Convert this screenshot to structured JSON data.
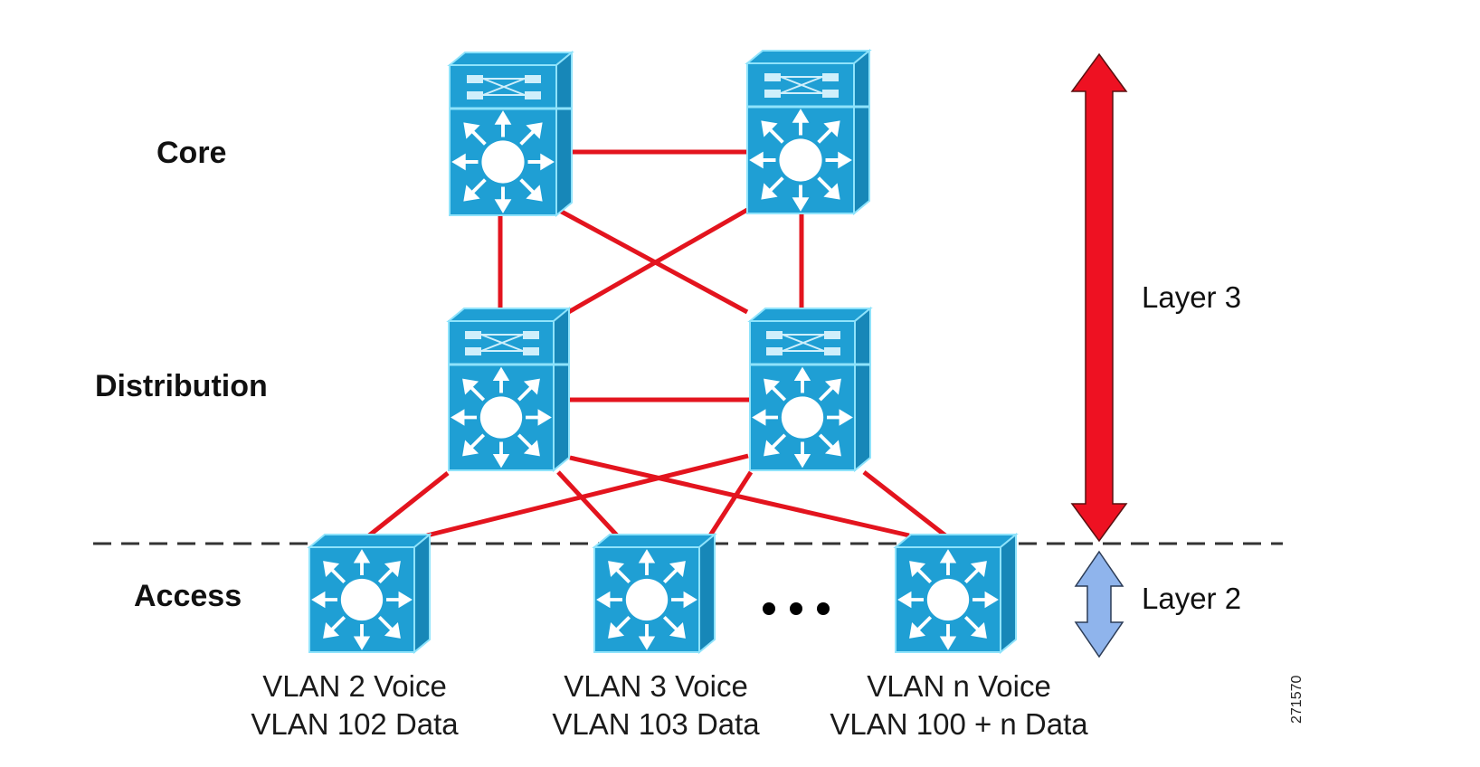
{
  "diagram": {
    "tiers": [
      {
        "id": "core",
        "label": "Core"
      },
      {
        "id": "distribution",
        "label": "Distribution"
      },
      {
        "id": "access",
        "label": "Access"
      }
    ],
    "layers": [
      {
        "id": "layer3",
        "label": "Layer 3",
        "color": "#ee1122"
      },
      {
        "id": "layer2",
        "label": "Layer 2",
        "color": "#8fb4ec"
      }
    ],
    "nodes": [
      {
        "id": "core-1",
        "tier": "core",
        "type": "multilayer-switch"
      },
      {
        "id": "core-2",
        "tier": "core",
        "type": "multilayer-switch"
      },
      {
        "id": "dist-1",
        "tier": "distribution",
        "type": "multilayer-switch"
      },
      {
        "id": "dist-2",
        "tier": "distribution",
        "type": "multilayer-switch"
      },
      {
        "id": "access-1",
        "tier": "access",
        "type": "layer3-switch",
        "voice": "VLAN 2 Voice",
        "data": "VLAN 102 Data"
      },
      {
        "id": "access-2",
        "tier": "access",
        "type": "layer3-switch",
        "voice": "VLAN 3 Voice",
        "data": "VLAN 103 Data"
      },
      {
        "id": "access-n",
        "tier": "access",
        "type": "layer3-switch",
        "voice": "VLAN n Voice",
        "data": "VLAN 100 + n Data"
      }
    ],
    "links": [
      [
        "core-1",
        "core-2"
      ],
      [
        "core-1",
        "dist-1"
      ],
      [
        "core-1",
        "dist-2"
      ],
      [
        "core-2",
        "dist-1"
      ],
      [
        "core-2",
        "dist-2"
      ],
      [
        "dist-1",
        "dist-2"
      ],
      [
        "dist-1",
        "access-1"
      ],
      [
        "dist-1",
        "access-2"
      ],
      [
        "dist-1",
        "access-n"
      ],
      [
        "dist-2",
        "access-1"
      ],
      [
        "dist-2",
        "access-2"
      ],
      [
        "dist-2",
        "access-n"
      ]
    ],
    "link_color": "#e3141e",
    "switch_color": "#1f9fd4",
    "ellipsis": "• • •",
    "figure_id": "271570"
  }
}
